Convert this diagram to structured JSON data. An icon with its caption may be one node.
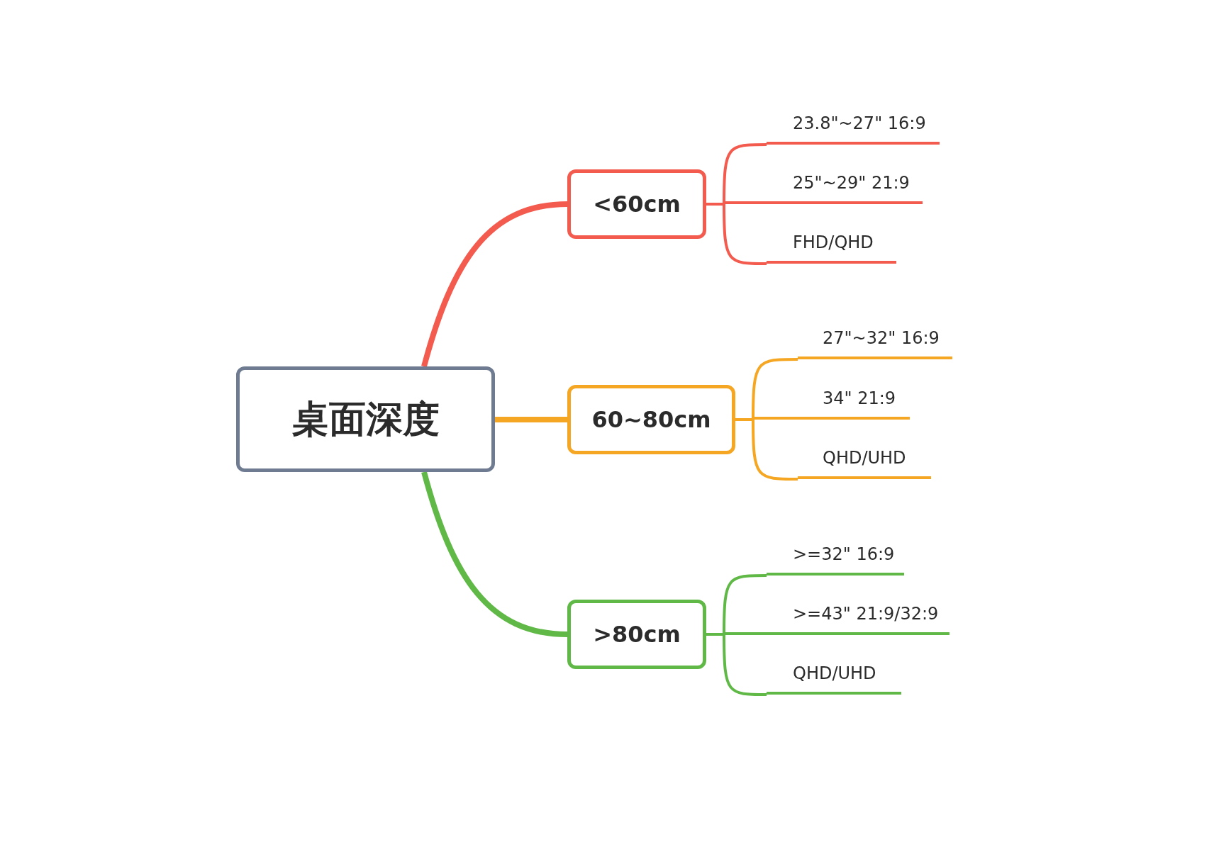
{
  "diagram": {
    "nodes": [
      {
        "text": [
          "桌面深度"
        ]
      },
      {
        "text": [
          "<60cm"
        ]
      },
      {
        "text": [
          "60~80cm"
        ]
      },
      {
        "text": [
          ">80cm"
        ]
      },
      {
        "text": [
          "23.8\"~27\" 16:9"
        ]
      },
      {
        "text": [
          "25\"~29\" 21:9"
        ]
      },
      {
        "text": [
          "FHD/QHD"
        ]
      },
      {
        "text": [
          "27\"~32\" 16:9"
        ]
      },
      {
        "text": [
          "34\" 21:9"
        ]
      },
      {
        "text": [
          "QHD/UHD"
        ]
      },
      {
        "text": [
          ">=32\" 16:9"
        ]
      },
      {
        "text": [
          ">=43\" 21:9/32:9"
        ]
      },
      {
        "text": [
          "QHD/UHD"
        ]
      }
    ],
    "edges": [
      {
        "from": 0,
        "to": 1,
        "arrow": "none",
        "style": "thick",
        "color": "#f45b4f"
      },
      {
        "from": 0,
        "to": 2,
        "arrow": "none",
        "style": "thick",
        "color": "#f5a623"
      },
      {
        "from": 0,
        "to": 3,
        "arrow": "none",
        "style": "thick",
        "color": "#60b946"
      },
      {
        "from": 1,
        "to": 4,
        "arrow": "none",
        "color": "#f45b4f"
      },
      {
        "from": 1,
        "to": 5,
        "arrow": "none",
        "color": "#f45b4f"
      },
      {
        "from": 1,
        "to": 6,
        "arrow": "none",
        "color": "#f45b4f"
      },
      {
        "from": 2,
        "to": 7,
        "arrow": "none",
        "color": "#f5a623"
      },
      {
        "from": 2,
        "to": 8,
        "arrow": "none",
        "color": "#f5a623"
      },
      {
        "from": 2,
        "to": 9,
        "arrow": "none",
        "color": "#f5a623"
      },
      {
        "from": 3,
        "to": 10,
        "arrow": "none",
        "color": "#60b946"
      },
      {
        "from": 3,
        "to": 11,
        "arrow": "none",
        "color": "#60b946"
      },
      {
        "from": 3,
        "to": 12,
        "arrow": "none",
        "color": "#60b946"
      }
    ]
  }
}
